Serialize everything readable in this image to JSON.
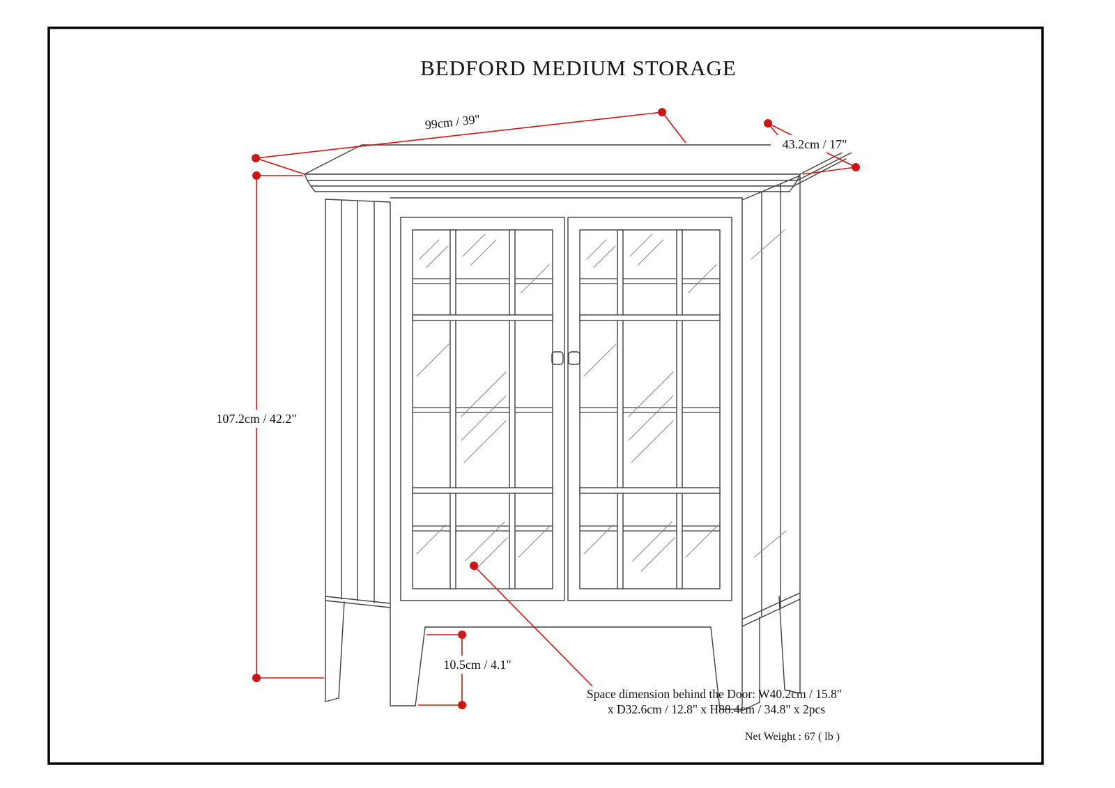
{
  "title": "BEDFORD MEDIUM STORAGE",
  "dimensions": {
    "width": "99cm / 39\"",
    "depth": "43.2cm / 17\"",
    "height": "107.2cm / 42.2\"",
    "leg_height": "10.5cm / 4.1\""
  },
  "annotations": {
    "space_line1": "Space dimension behind the Door: W40.2cm / 15.8\"",
    "space_line2": "x D32.6cm / 12.8\" x H88.4cm / 34.8\" x 2pcs",
    "net_weight": "Net Weight : 67 ( lb )"
  },
  "colors": {
    "dimension_red": "#cc1616",
    "line_art": "#3f3f3f",
    "hatch": "#8a8a8a",
    "border": "#000000",
    "background": "#ffffff"
  }
}
